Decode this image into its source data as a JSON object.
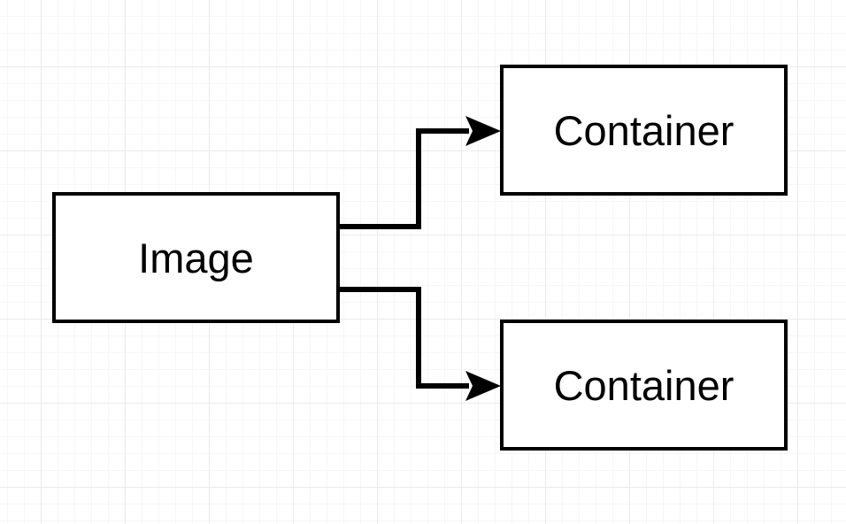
{
  "diagram": {
    "nodes": [
      {
        "id": "image",
        "label": "Image"
      },
      {
        "id": "container_1",
        "label": "Container"
      },
      {
        "id": "container_2",
        "label": "Container"
      }
    ],
    "edges": [
      {
        "from": "image",
        "to": "container_1"
      },
      {
        "from": "image",
        "to": "container_2"
      }
    ]
  },
  "colors": {
    "stroke": "#000000",
    "background": "#ffffff",
    "grid": "#ebebeb"
  }
}
